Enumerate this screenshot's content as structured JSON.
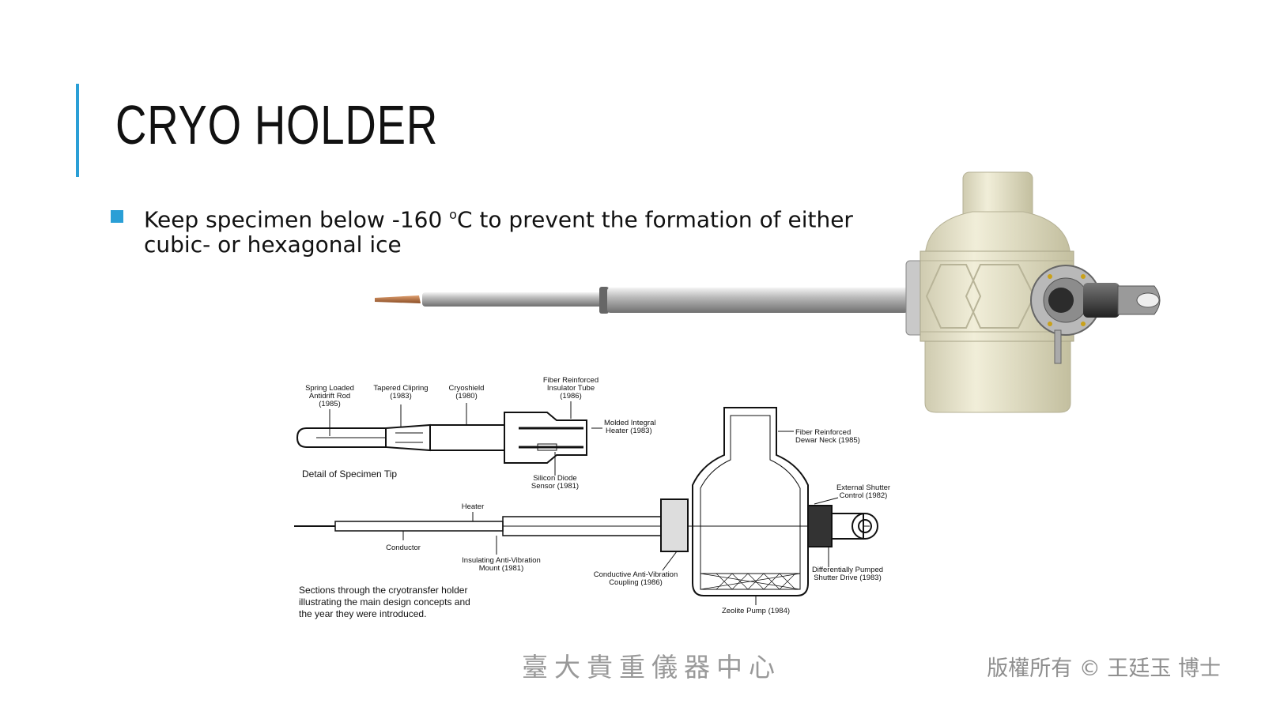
{
  "slide": {
    "title": "CRYO HOLDER",
    "bullet": {
      "before": "Keep specimen below -160 ",
      "sup": "o",
      "after": "C to prevent the formation of either cubic- or hexagonal ice"
    }
  },
  "diagram": {
    "labels": {
      "spring_1": "Spring Loaded",
      "spring_2": "Antidrift Rod",
      "spring_3": "(1985)",
      "clip_1": "Tapered Clipring",
      "clip_2": "(1983)",
      "cryo_1": "Cryoshield",
      "cryo_2": "(1980)",
      "fiber_tube_1": "Fiber Reinforced",
      "fiber_tube_2": "Insulator Tube",
      "fiber_tube_3": "(1986)",
      "heater_integral_1": "Molded Integral",
      "heater_integral_2": "Heater (1983)",
      "diode_1": "Silicon Diode",
      "diode_2": "Sensor (1981)",
      "detail": "Detail of Specimen Tip",
      "neck_1": "Fiber Reinforced",
      "neck_2": "Dewar Neck (1985)",
      "shutter_1": "External Shutter",
      "shutter_2": "Control (1982)",
      "heater": "Heater",
      "conductor": "Conductor",
      "mount_1": "Insulating Anti-Vibration",
      "mount_2": "Mount (1981)",
      "coupling_1": "Conductive Anti-Vibration",
      "coupling_2": "Coupling (1986)",
      "pumped_1": "Differentially Pumped",
      "pumped_2": "Shutter Drive (1983)",
      "zeolite": "Zeolite Pump (1984)",
      "caption_1": "Sections through the cryotransfer holder",
      "caption_2": "illustrating the main design concepts and",
      "caption_3": "the year they were introduced."
    }
  },
  "footer": {
    "center": "臺大貴重儀器中心",
    "right": "版權所有 © 王廷玉 博士"
  },
  "colors": {
    "accent": "#2a9fd6",
    "dewar": "#e6e3c8",
    "footer_text": "#999999"
  }
}
